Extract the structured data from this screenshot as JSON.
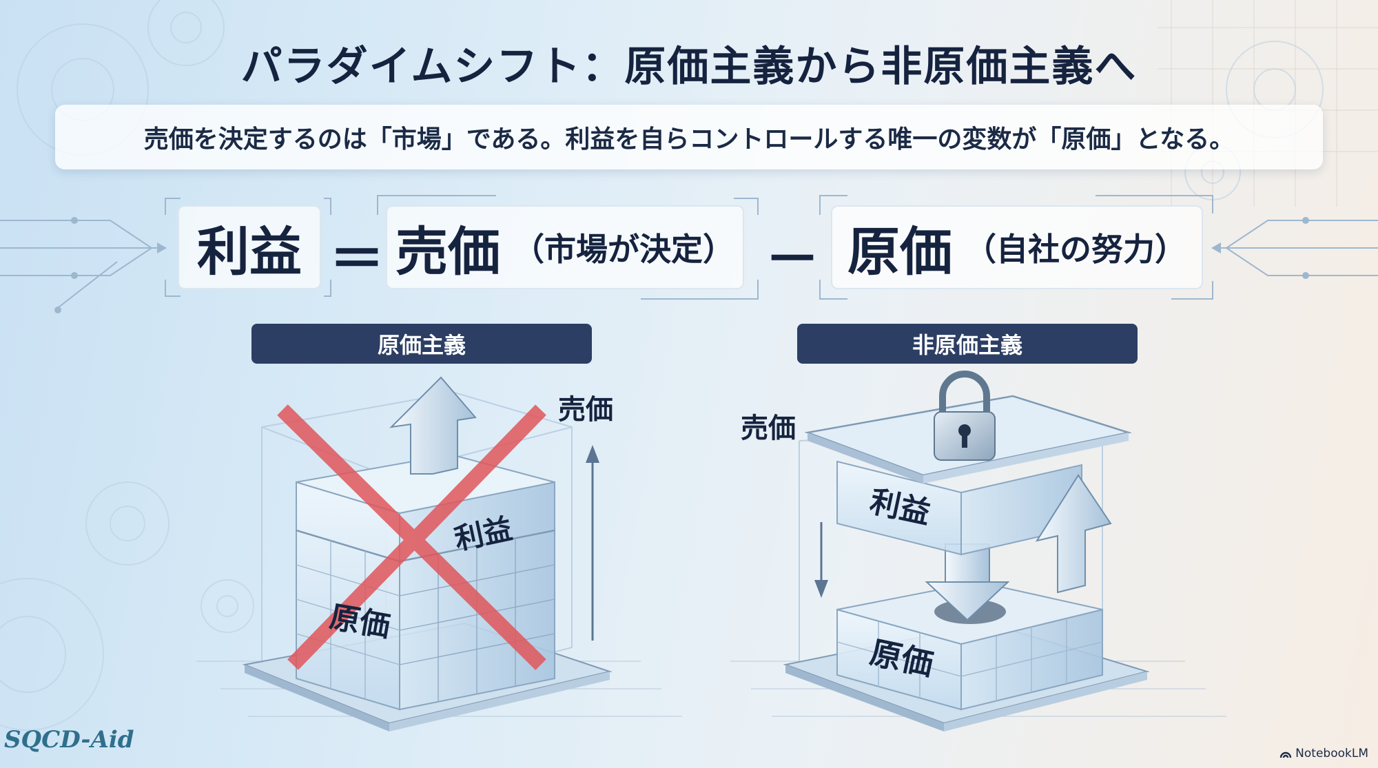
{
  "title": "パラダイムシフト：原価主義から非原価主義へ",
  "subtitle": "売価を決定するのは「市場」である。利益を自らコントロールする唯一の変数が「原価」となる。",
  "equation": {
    "profit": "利益",
    "equals": "＝",
    "price": "売価",
    "price_note": "（市場が決定）",
    "minus": "－",
    "cost": "原価",
    "cost_note": "（自社の努力）"
  },
  "left_panel": {
    "header": "原価主義",
    "label_price": "売価",
    "label_profit": "利益",
    "label_cost": "原価",
    "x_color": "#e0575b"
  },
  "right_panel": {
    "header": "非原価主義",
    "label_price": "売価",
    "label_profit": "利益",
    "label_cost": "原価"
  },
  "watermark": "SQCD-Aid",
  "branding": "NotebookLM",
  "colors": {
    "header_bg": "#2c3e63",
    "title_text": "#16233f",
    "accent_line": "#9db7cf"
  }
}
